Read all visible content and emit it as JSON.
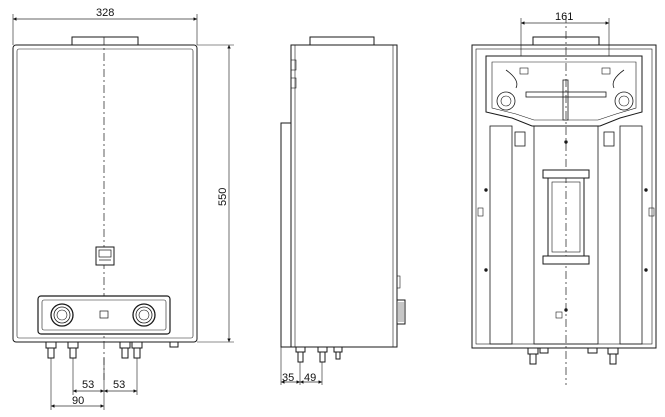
{
  "dimensions": {
    "width": "328",
    "height": "550",
    "bracket": "161",
    "depth_a": "35",
    "depth_b": "49",
    "spacing_left": "53",
    "spacing_right": "53",
    "offset": "90"
  },
  "colors": {
    "line": "#1a1a1a",
    "dim_line": "#333333",
    "fill_light": "#f7f7f7"
  }
}
